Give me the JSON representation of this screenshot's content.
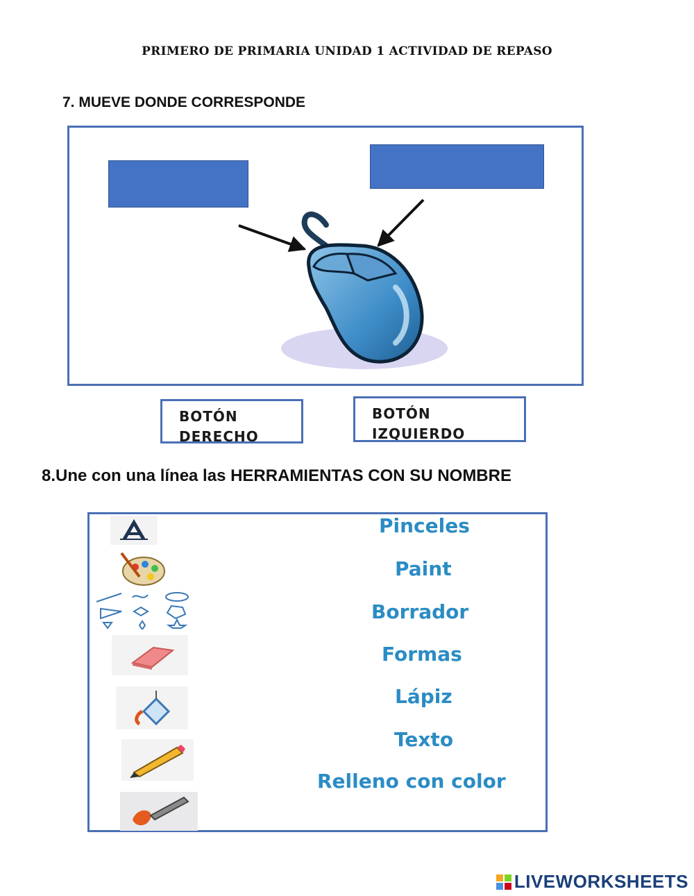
{
  "header": {
    "title": "PRIMERO DE PRIMARIA UNIDAD 1  ACTIVIDAD DE REPASO"
  },
  "q7": {
    "label": "7.  MUEVE DONDE CORRESPONDE",
    "chips": [
      {
        "text": "BOTÓN\nDERECHO"
      },
      {
        "text": "BOTÓN\nIZQUIERDO"
      }
    ]
  },
  "q8": {
    "label": "8.Une con una línea las HERRAMIENTAS CON SU NOMBRE",
    "names": [
      "Pinceles",
      "Paint",
      "Borrador",
      "Formas",
      "Lápiz",
      "Texto",
      "Relleno con color"
    ],
    "icons": [
      "text-icon",
      "paint-palette-icon",
      "shapes-icon",
      "eraser-icon",
      "fill-bucket-icon",
      "pencil-icon",
      "brush-icon"
    ]
  },
  "colors": {
    "drop_box": "#4472c4",
    "frame": "#4a6fb5",
    "tool_name": "#2b8cc4",
    "brand": "#1a3f7a"
  },
  "footer": {
    "brand": "LIVEWORKSHEETS"
  }
}
